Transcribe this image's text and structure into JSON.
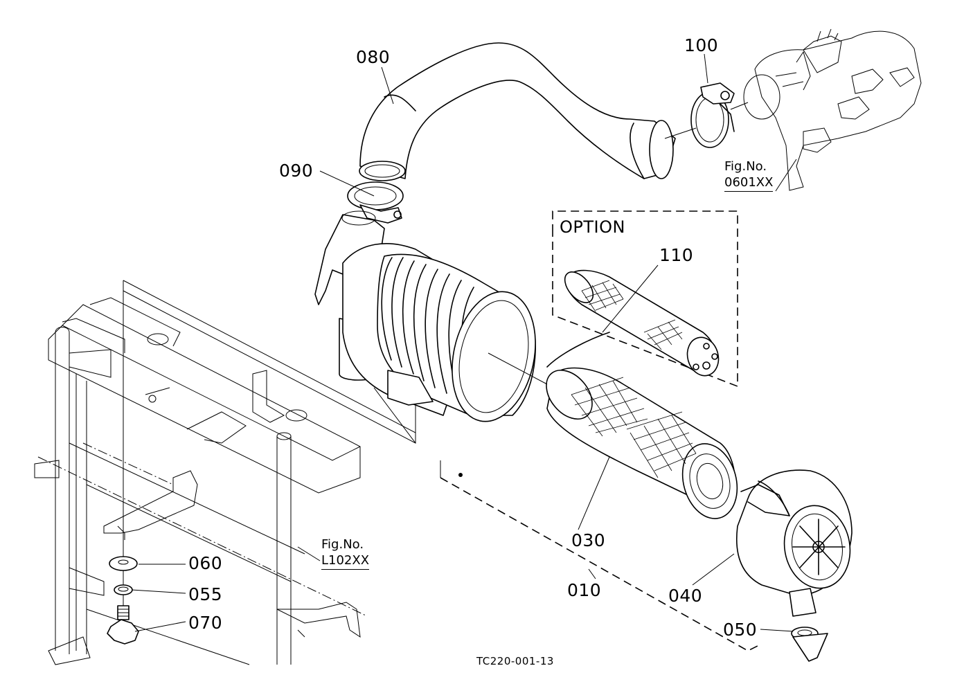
{
  "labels": {
    "p010": "010",
    "p030": "030",
    "p040": "040",
    "p050": "050",
    "p055": "055",
    "p060": "060",
    "p070": "070",
    "p080": "080",
    "p090": "090",
    "p100": "100",
    "p110": "110"
  },
  "fig_refs": {
    "intake": {
      "prefix": "Fig.No.",
      "code": "0601XX"
    },
    "frame": {
      "prefix": "Fig.No.",
      "code": "L102XX"
    }
  },
  "option_box": {
    "title": "OPTION"
  },
  "footer": {
    "code": "TC220-001-13"
  }
}
